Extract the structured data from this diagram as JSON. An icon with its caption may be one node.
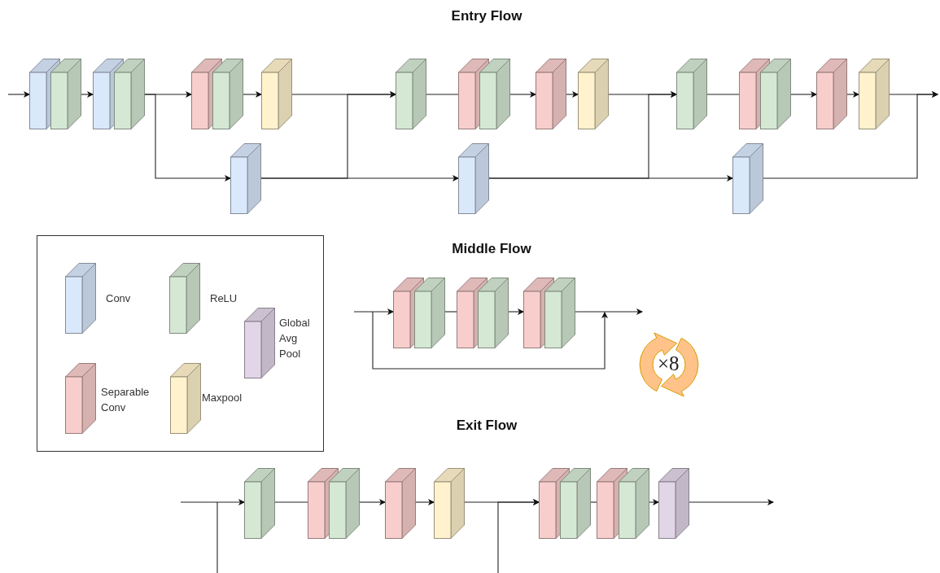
{
  "diagram": {
    "nodes": [
      {
        "text": [],
        "shape": "box"
      },
      {
        "text": [],
        "shape": "box"
      },
      {
        "text": [],
        "shape": "box"
      },
      {
        "text": [],
        "shape": "box"
      },
      {
        "text": [],
        "shape": "box"
      },
      {
        "text": [],
        "shape": "box"
      },
      {
        "text": [],
        "shape": "box"
      },
      {
        "text": [],
        "shape": "box"
      },
      {
        "text": [],
        "shape": "box"
      },
      {
        "text": [],
        "shape": "box"
      },
      {
        "text": [],
        "shape": "box"
      },
      {
        "text": [],
        "shape": "box"
      },
      {
        "text": [],
        "shape": "box"
      },
      {
        "text": [],
        "shape": "box"
      },
      {
        "text": [],
        "shape": "box"
      },
      {
        "text": [],
        "shape": "box"
      },
      {
        "text": [],
        "shape": "box"
      },
      {
        "text": [],
        "shape": "box"
      },
      {
        "text": [],
        "shape": "box"
      },
      {
        "text": [],
        "shape": "box"
      },
      {
        "text": [],
        "shape": "box"
      },
      {
        "text": [],
        "shape": "box"
      },
      {
        "text": [],
        "shape": "box"
      },
      {
        "text": [],
        "shape": "box"
      },
      {
        "text": [],
        "shape": "box"
      },
      {
        "text": [],
        "shape": "box"
      },
      {
        "text": [],
        "shape": "box"
      },
      {
        "text": [],
        "shape": "box"
      },
      {
        "text": [],
        "shape": "box"
      },
      {
        "text": [],
        "shape": "box"
      },
      {
        "text": [],
        "shape": "box"
      },
      {
        "text": [],
        "shape": "box"
      },
      {
        "text": [],
        "shape": "box"
      },
      {
        "text": [],
        "shape": "box"
      },
      {
        "text": [],
        "shape": "box"
      },
      {
        "text": [],
        "shape": "box"
      }
    ],
    "edges": [
      {
        "from": null,
        "to": 0,
        "arrow": "to"
      },
      {
        "from": 1,
        "to": 2,
        "arrow": "to"
      },
      {
        "from": 3,
        "to": 4,
        "arrow": "to"
      },
      {
        "from": 3,
        "to": 7,
        "arrow": "to"
      },
      {
        "from": 5,
        "to": 6,
        "arrow": "to"
      },
      {
        "from": 6,
        "to": 8,
        "arrow": "to"
      },
      {
        "from": 7,
        "to": 8,
        "arrow": "to"
      },
      {
        "from": 7,
        "to": 13,
        "arrow": "to"
      },
      {
        "from": 8,
        "to": 9,
        "arrow": "none"
      },
      {
        "from": 10,
        "to": 11,
        "arrow": "to"
      },
      {
        "from": 11,
        "to": 12,
        "arrow": "to"
      },
      {
        "from": 12,
        "to": 14,
        "arrow": "to"
      },
      {
        "from": 13,
        "to": 14,
        "arrow": "to"
      },
      {
        "from": 13,
        "to": 19,
        "arrow": "to"
      },
      {
        "from": 14,
        "to": 15,
        "arrow": "none"
      },
      {
        "from": 16,
        "to": 17,
        "arrow": "to"
      },
      {
        "from": 17,
        "to": 18,
        "arrow": "to"
      },
      {
        "from": 18,
        "to": null,
        "arrow": "to"
      },
      {
        "from": 19,
        "to": null,
        "arrow": "to"
      },
      {
        "from": null,
        "to": 20,
        "arrow": "to"
      },
      {
        "from": 21,
        "to": 22,
        "arrow": "none"
      },
      {
        "from": 23,
        "to": 24,
        "arrow": "to"
      },
      {
        "from": 25,
        "to": null,
        "arrow": "to"
      },
      {
        "from": null,
        "to": 26,
        "arrow": "to"
      },
      {
        "from": 26,
        "to": 27,
        "arrow": "none"
      },
      {
        "from": 28,
        "to": 29,
        "arrow": "to"
      },
      {
        "from": 29,
        "to": 30,
        "arrow": "to"
      },
      {
        "from": 30,
        "to": 31,
        "arrow": "to"
      },
      {
        "from": 32,
        "to": 33,
        "arrow": "none"
      },
      {
        "from": 34,
        "to": 35,
        "arrow": "to"
      },
      {
        "from": 35,
        "to": null,
        "arrow": "to"
      },
      {
        "from": null,
        "to": 31,
        "arrow": "to"
      }
    ],
    "labels": [
      "Entry Flow",
      "Middle Flow",
      "×8",
      "Exit Flow"
    ],
    "legend": [
      {
        "text": "Conv",
        "color": "#dae8fc"
      },
      {
        "text": "ReLU",
        "color": "#d5e8d4"
      },
      {
        "text": "Global Avg Pool",
        "color": "#e1d5e7"
      },
      {
        "text": "Separable Conv",
        "color": "#f8cecc"
      },
      {
        "text": "Maxpool",
        "color": "#fff2cc"
      }
    ]
  }
}
